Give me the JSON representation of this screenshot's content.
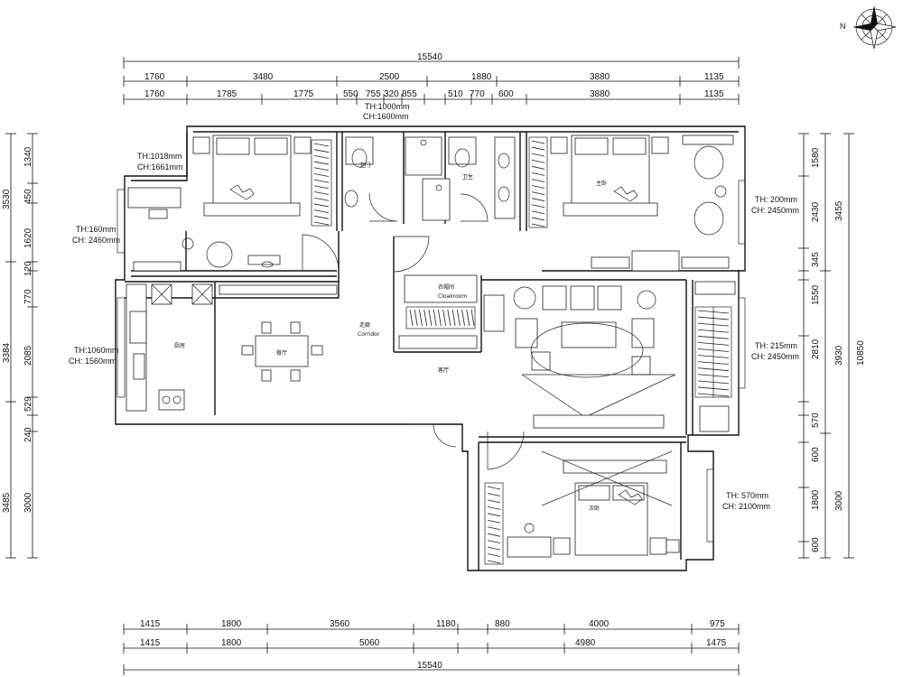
{
  "dims_top_total": "15540",
  "dims_top_row1": [
    "1760",
    "3480",
    "2500",
    "1880",
    "3880",
    "1135"
  ],
  "dims_top_row2": [
    "1760",
    "1785",
    "1775",
    "550",
    "755",
    "320",
    "855",
    "510",
    "770",
    "600",
    "3880",
    "1135"
  ],
  "dims_bottom_row1": [
    "1415",
    "1800",
    "3560",
    "1180",
    "880",
    "4000",
    "975"
  ],
  "dims_bottom_row2": [
    "1415",
    "1800",
    "5060",
    "4980",
    "1475"
  ],
  "dims_bottom_total": "15540",
  "dims_left_row1": [
    "3530",
    "3384",
    "3485"
  ],
  "dims_left_row2": [
    "1340",
    "450",
    "1620",
    "120",
    "770",
    "2085",
    "529",
    "240",
    "3000"
  ],
  "dims_right_row1": [
    "3455",
    "3930",
    "3000"
  ],
  "dims_right_row2": [
    "1580",
    "2430",
    "345",
    "1550",
    "2810",
    "570",
    "600",
    "1800",
    "600"
  ],
  "dims_right_total": "10850",
  "notes": [
    {
      "th": "TH:1018mm",
      "ch": "CH:1661mm"
    },
    {
      "th": "TH:160mm",
      "ch": "CH: 2460mm"
    },
    {
      "th": "TH:1000mm",
      "ch": "CH:1600mm"
    },
    {
      "th": "TH: 200mm",
      "ch": "CH: 2450mm"
    },
    {
      "th": "TH:1060mm",
      "ch": "CH: 1560mm"
    },
    {
      "th": "TH: 215mm",
      "ch": "CH: 2450mm"
    },
    {
      "th": "TH: 570mm",
      "ch": "CH: 2100mm"
    }
  ],
  "rooms": {
    "corridor": "走廊",
    "corridor_en": "Corridor",
    "living": "客厅",
    "kitchen": "厨房",
    "dining": "餐厅",
    "bath1": "卫门",
    "bath2": "卫生",
    "bedroom2": "主卧",
    "storage": "衣帽间",
    "storage_en": "Cloakroom",
    "bedroom3": "次卧",
    "sitting": "客厅"
  },
  "compass_label": "N"
}
